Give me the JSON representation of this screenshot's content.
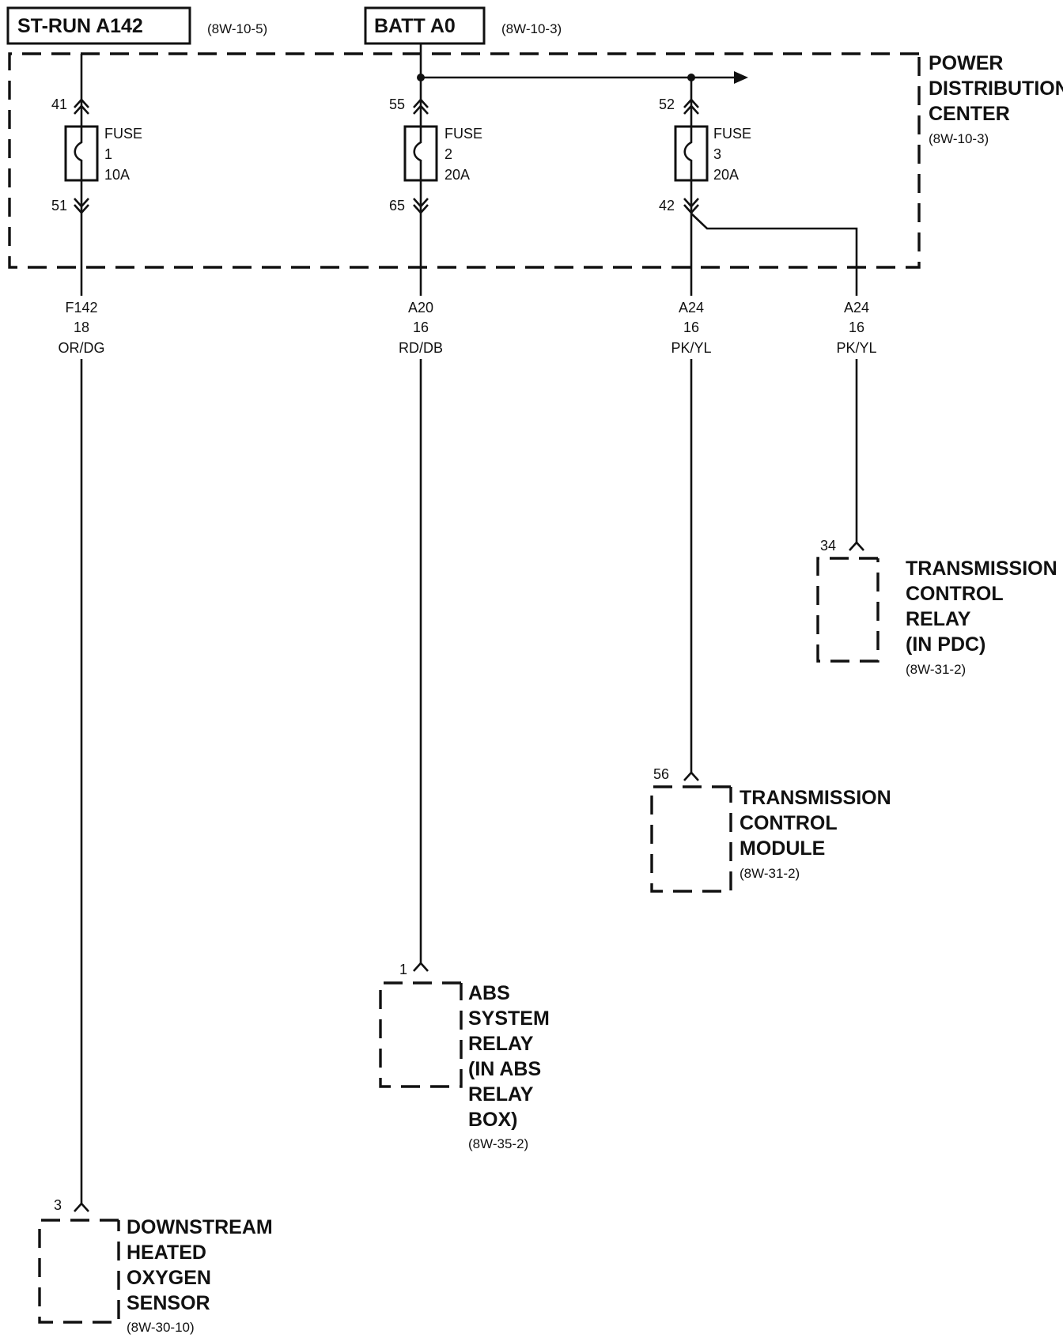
{
  "sources": [
    {
      "label": "ST-RUN A142",
      "ref": "(8W-10-5)"
    },
    {
      "label": "BATT A0",
      "ref": "(8W-10-3)"
    }
  ],
  "pdc": {
    "title_lines": [
      "POWER",
      "DISTRIBUTION",
      "CENTER"
    ],
    "ref": "(8W-10-3)"
  },
  "fuses": [
    {
      "word": "FUSE",
      "number": "1",
      "rating": "10A",
      "pin_in": "41",
      "pin_out": "51"
    },
    {
      "word": "FUSE",
      "number": "2",
      "rating": "20A",
      "pin_in": "55",
      "pin_out": "65"
    },
    {
      "word": "FUSE",
      "number": "3",
      "rating": "20A",
      "pin_in": "52",
      "pin_out": "42"
    }
  ],
  "wires": [
    {
      "circuit": "F142",
      "gauge": "18",
      "color": "OR/DG"
    },
    {
      "circuit": "A20",
      "gauge": "16",
      "color": "RD/DB"
    },
    {
      "circuit": "A24",
      "gauge": "16",
      "color": "PK/YL"
    },
    {
      "circuit": "A24",
      "gauge": "16",
      "color": "PK/YL"
    }
  ],
  "components": [
    {
      "pin": "34",
      "name_lines": [
        "TRANSMISSION",
        "CONTROL",
        "RELAY",
        "(IN PDC)"
      ],
      "ref": "(8W-31-2)"
    },
    {
      "pin": "56",
      "name_lines": [
        "TRANSMISSION",
        "CONTROL",
        "MODULE"
      ],
      "ref": "(8W-31-2)"
    },
    {
      "pin": "1",
      "name_lines": [
        "ABS",
        "SYSTEM",
        "RELAY",
        "(IN ABS",
        "RELAY",
        "BOX)"
      ],
      "ref": "(8W-35-2)"
    },
    {
      "pin": "3",
      "name_lines": [
        "DOWNSTREAM",
        "HEATED",
        "OXYGEN",
        "SENSOR"
      ],
      "ref": "(8W-30-10)"
    }
  ]
}
